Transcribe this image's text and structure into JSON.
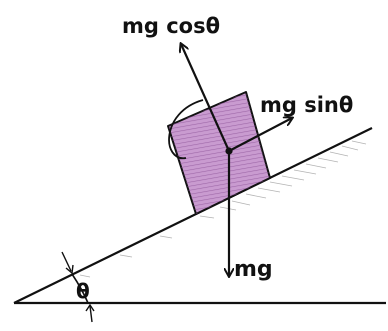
{
  "labels": {
    "normal_component": "mg cosθ",
    "parallel_component": "mg sinθ",
    "weight": "mg",
    "angle": "θ"
  },
  "colors": {
    "ink": "#111111",
    "block_fill": "#c99bd0",
    "block_hatch": "#8a4f96",
    "incline_shade": "#9a9a9a",
    "background": "#ffffff"
  }
}
